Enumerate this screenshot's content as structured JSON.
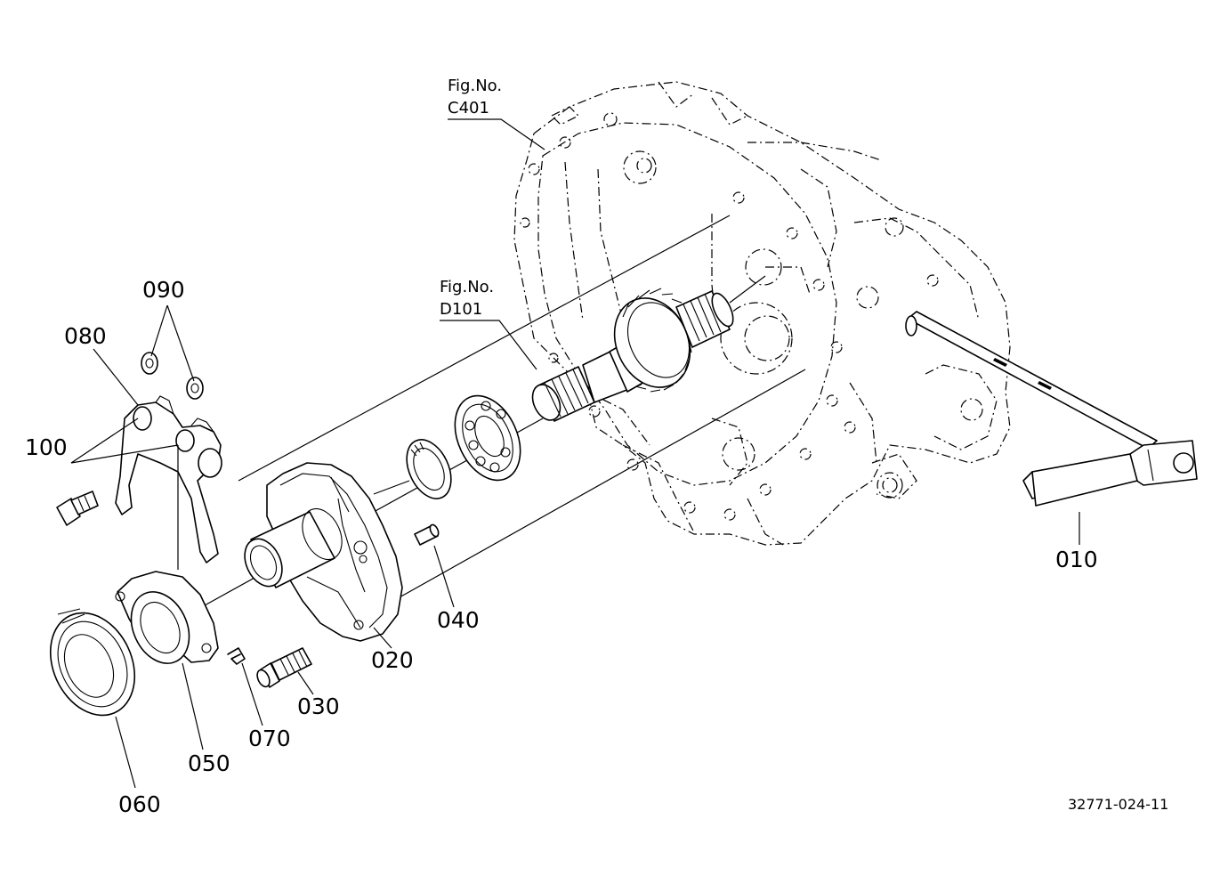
{
  "callouts": {
    "c010": "010",
    "c020": "020",
    "c030": "030",
    "c040": "040",
    "c050": "050",
    "c060": "060",
    "c070": "070",
    "c080": "080",
    "c090": "090",
    "c100": "100"
  },
  "figure_refs": {
    "housing": {
      "label": "Fig.No.",
      "number": "C401"
    },
    "shaft": {
      "label": "Fig.No.",
      "number": "D101"
    }
  },
  "document_number": "32771-024-11"
}
